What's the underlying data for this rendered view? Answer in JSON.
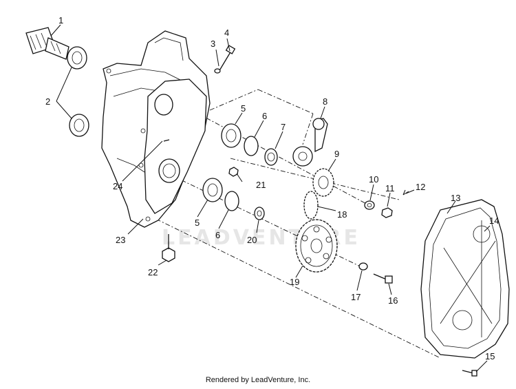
{
  "diagram": {
    "callouts": [
      {
        "id": "c1",
        "text": "1"
      },
      {
        "id": "c2",
        "text": "2"
      },
      {
        "id": "c3",
        "text": "3"
      },
      {
        "id": "c4",
        "text": "4"
      },
      {
        "id": "c5a",
        "text": "5"
      },
      {
        "id": "c5b",
        "text": "5"
      },
      {
        "id": "c6a",
        "text": "6"
      },
      {
        "id": "c6b",
        "text": "6"
      },
      {
        "id": "c7",
        "text": "7"
      },
      {
        "id": "c8",
        "text": "8"
      },
      {
        "id": "c9",
        "text": "9"
      },
      {
        "id": "c10",
        "text": "10"
      },
      {
        "id": "c11",
        "text": "11"
      },
      {
        "id": "c12",
        "text": "12"
      },
      {
        "id": "c13",
        "text": "13"
      },
      {
        "id": "c14",
        "text": "14"
      },
      {
        "id": "c15",
        "text": "15"
      },
      {
        "id": "c16",
        "text": "16"
      },
      {
        "id": "c17",
        "text": "17"
      },
      {
        "id": "c18",
        "text": "18"
      },
      {
        "id": "c19",
        "text": "19"
      },
      {
        "id": "c20",
        "text": "20"
      },
      {
        "id": "c21",
        "text": "21"
      },
      {
        "id": "c22",
        "text": "22"
      },
      {
        "id": "c23",
        "text": "23"
      },
      {
        "id": "c24",
        "text": "24"
      }
    ]
  },
  "watermark": "LEADVENTURE",
  "footer": "Rendered by LeadVenture, Inc."
}
